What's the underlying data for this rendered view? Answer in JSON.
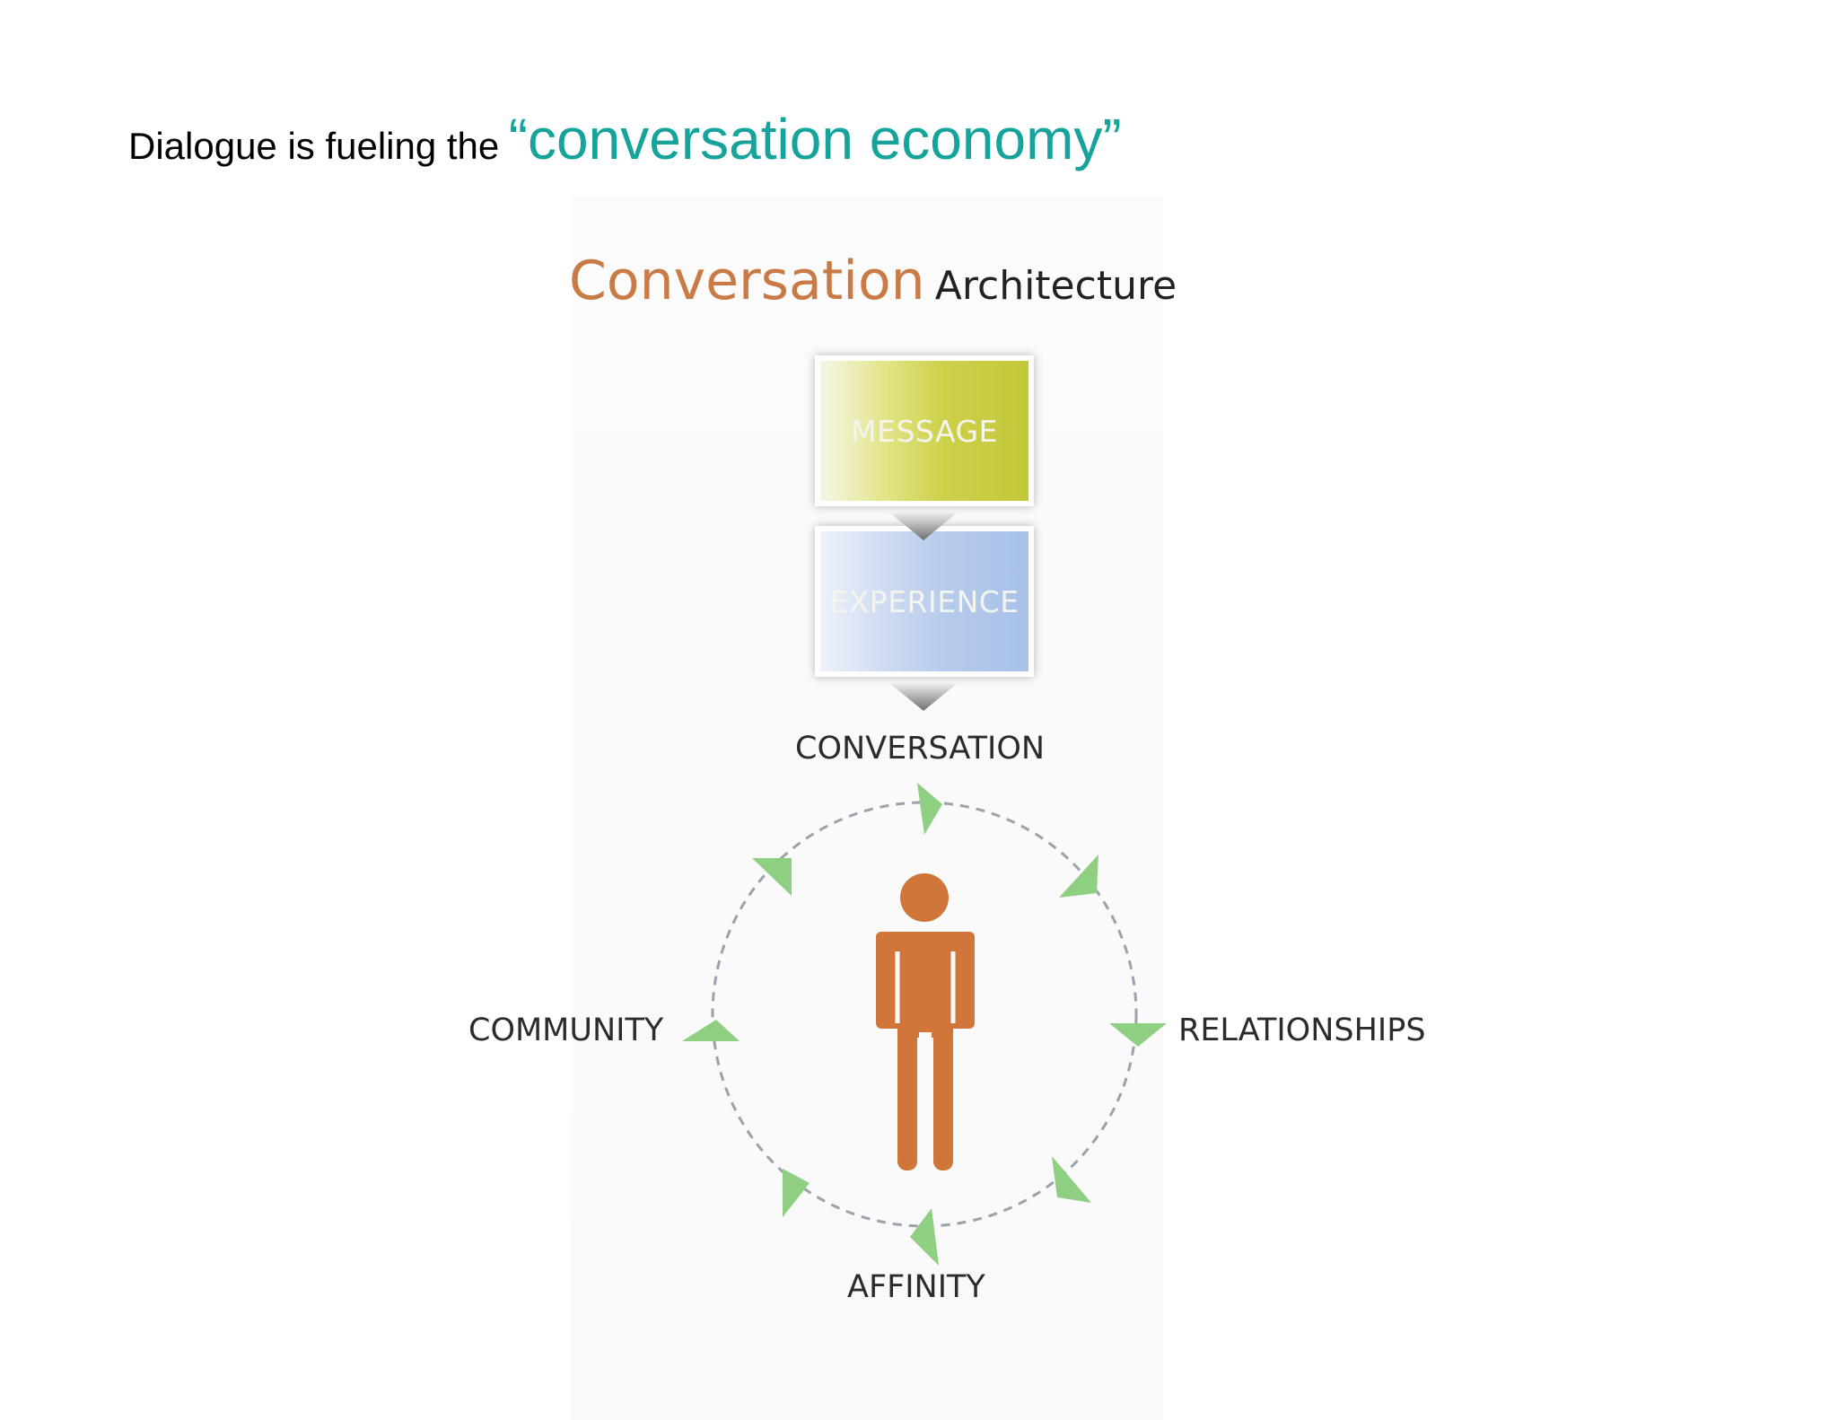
{
  "headline": {
    "lead": "Dialogue is fueling the",
    "accent": "“conversation economy”"
  },
  "figure": {
    "title_colored": "Conversation",
    "title_dark": "Architecture",
    "boxes": {
      "message": "MESSAGE",
      "experience": "EXPERIENCE"
    },
    "labels": {
      "conversation": "CONVERSATION",
      "relationships": "RELATIONSHIPS",
      "affinity": "AFFINITY",
      "community": "COMMUNITY"
    }
  },
  "colors": {
    "accent_teal": "#16a39c",
    "title_orange": "#c97a45",
    "person_orange": "#d1763b",
    "message_green": "#c4c83a",
    "experience_blue": "#a8c1e8",
    "arrow_green": "#8fcf82",
    "cycle_dash": "#9aa3aa"
  },
  "icons": {
    "person": "person-icon",
    "cycle_arrow": "triangle-arrow-icon",
    "down_arrow": "chevron-down-icon"
  }
}
